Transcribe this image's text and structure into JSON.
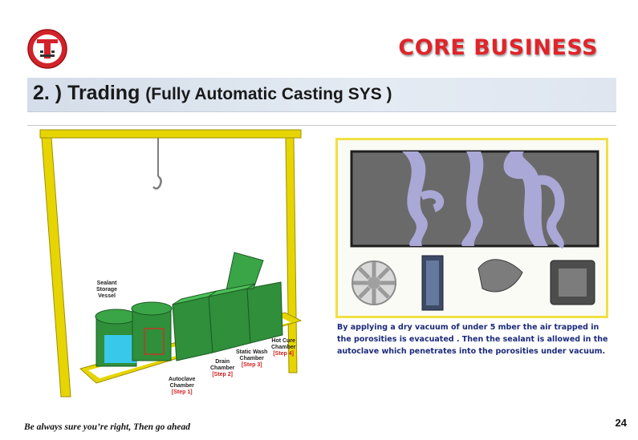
{
  "header": {
    "logo_letter": "T",
    "section_title": "CORE BUSINESS"
  },
  "banner": {
    "main": "2. ) Trading ",
    "sub": "(Fully Automatic Casting SYS )"
  },
  "machine": {
    "labels": {
      "sealant_vessel": [
        "Sealant",
        "Storage",
        "Vessel"
      ],
      "autoclave": {
        "name": [
          "Autoclave",
          "Chamber"
        ],
        "step": "[Step 1]"
      },
      "drain": {
        "name": [
          "Drain",
          "Chamber"
        ],
        "step": "[Step 2]"
      },
      "static_wash": {
        "name": [
          "Static Wash",
          "Chamber"
        ],
        "step": "[Step 3]"
      },
      "hot_cure": {
        "name": [
          "Hot Cure",
          "Chamber"
        ],
        "step": "[Step 4]"
      }
    }
  },
  "panel": {
    "caption": "By applying a dry vacuum of under 5 mber the air trapped in the porosities is evacuated . Then the sealant is allowed in the autoclave  which penetrates into the porosities under vacuum."
  },
  "footer": {
    "quote": "Be always sure you’re right, Then go ahead",
    "page_number": "24"
  },
  "colors": {
    "accent_red": "#e0242a",
    "frame_yellow": "#e6d500",
    "chamber_green": "#2f8f3a",
    "caption_blue": "#1b2a7a"
  }
}
